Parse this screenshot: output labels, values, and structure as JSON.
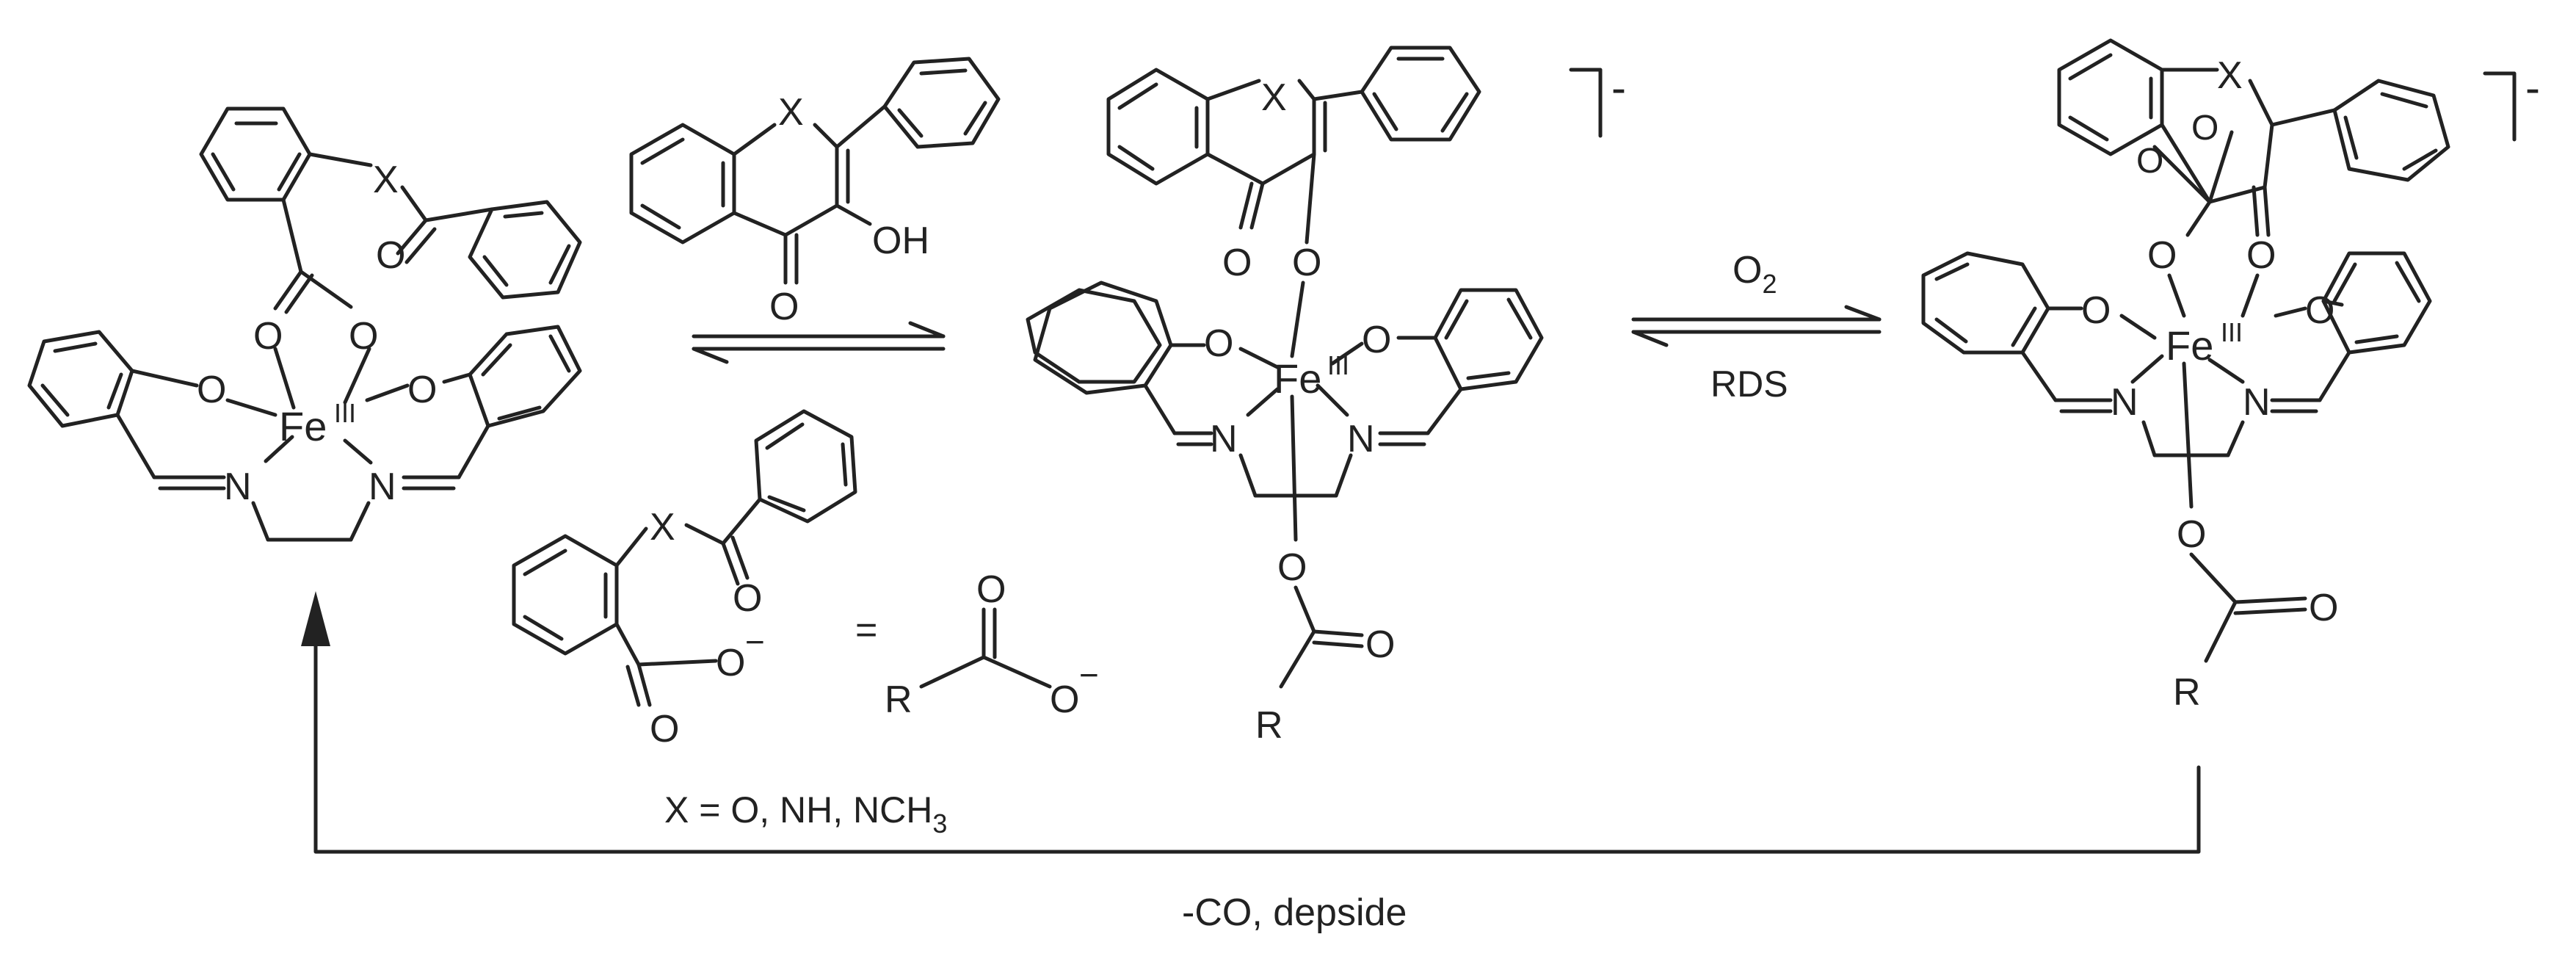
{
  "labels": {
    "X": "X",
    "O": "O",
    "OH": "OH",
    "N": "N",
    "Fe": "Fe",
    "ox": "III",
    "R": "R",
    "O_minus": "O",
    "minus": "−",
    "charge": "-",
    "equals": "=",
    "definition": "X = O, NH, NCH",
    "definition_sub": "3",
    "o2": "O",
    "o2_sub": "2",
    "rds": "RDS",
    "bottom_label": "-CO, depside"
  }
}
